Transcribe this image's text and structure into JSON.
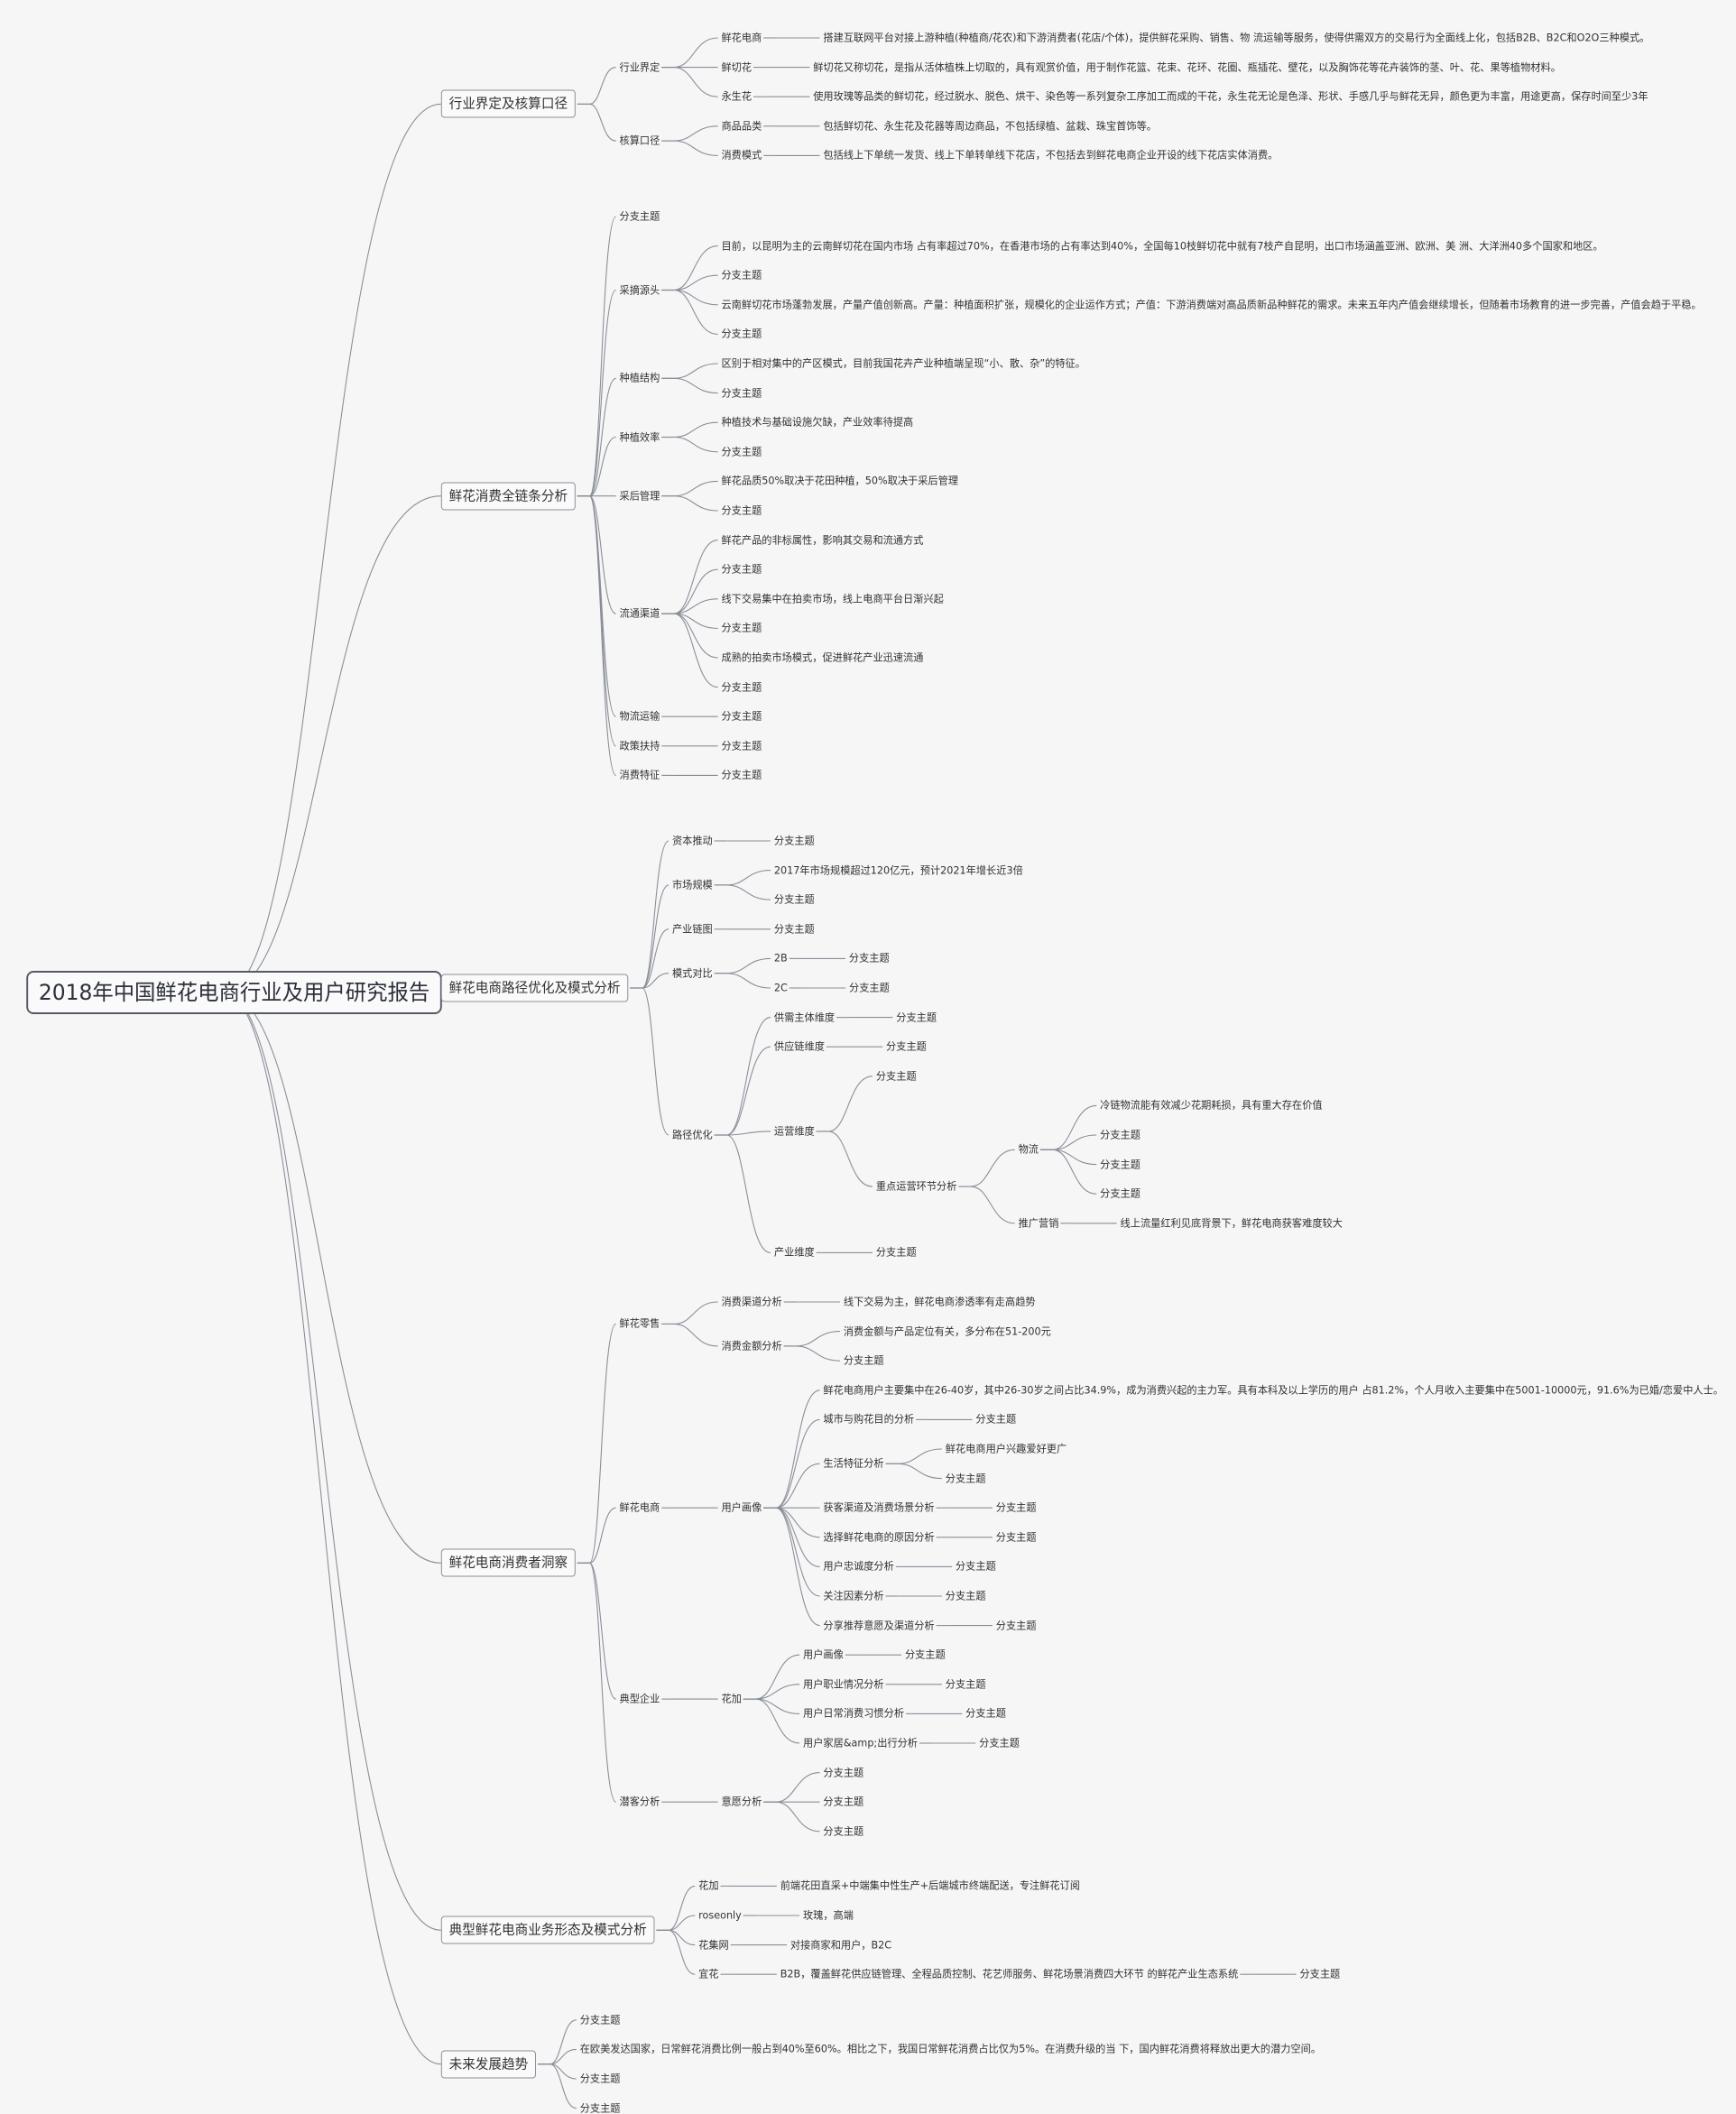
{
  "mindmap": {
    "root": {
      "text": "2018年中国鲜花电商行业及用户研究报告",
      "children": [
        {
          "text": "行业界定及核算口径",
          "children": [
            {
              "text": "行业界定",
              "children": [
                {
                  "text": "鲜花电商",
                  "children": [
                    {
                      "text": "搭建互联网平台对接上游种植(种植商/花农)和下游消费者(花店/个体)，提供鲜花采购、销售、物 流运输等服务，使得供需双方的交易行为全面线上化，包括B2B、B2C和O2O三种模式。"
                    }
                  ]
                },
                {
                  "text": "鲜切花",
                  "children": [
                    {
                      "text": "鲜切花又称切花，是指从活体植株上切取的，具有观赏价值，用于制作花篮、花束、花环、花圈、瓶插花、壁花，以及胸饰花等花卉装饰的茎、叶、花、果等植物材料。"
                    }
                  ]
                },
                {
                  "text": "永生花",
                  "children": [
                    {
                      "text": "使用玫瑰等品类的鲜切花，经过脱水、脱色、烘干、染色等一系列复杂工序加工而成的干花，永生花无论是色泽、形状、手感几乎与鲜花无异，颜色更为丰富，用途更高，保存时间至少3年"
                    }
                  ]
                }
              ]
            },
            {
              "text": "核算口径",
              "children": [
                {
                  "text": "商品品类",
                  "children": [
                    {
                      "text": "包括鲜切花、永生花及花器等周边商品，不包括绿植、盆栽、珠宝首饰等。"
                    }
                  ]
                },
                {
                  "text": "消费模式",
                  "children": [
                    {
                      "text": "包括线上下单统一发货、线上下单转单线下花店，不包括去到鲜花电商企业开设的线下花店实体消费。"
                    }
                  ]
                }
              ]
            }
          ]
        },
        {
          "text": "鲜花消费全链条分析",
          "children": [
            {
              "text": "分支主题"
            },
            {
              "text": "采摘源头",
              "children": [
                {
                  "text": "目前，以昆明为主的云南鲜切花在国内市场 占有率超过70%，在香港市场的占有率达到40%，全国每10枝鲜切花中就有7枝产自昆明，出口市场涵盖亚洲、欧洲、美 洲、大洋洲40多个国家和地区。"
                },
                {
                  "text": "分支主题"
                },
                {
                  "text": "云南鲜切花市场蓬勃发展，产量产值创新高。产量：种植面积扩张，规模化的企业运作方式；产值：下游消费端对高品质新品种鲜花的需求。未来五年内产值会继续增长，但随着市场教育的进一步完善，产值会趋于平稳。"
                },
                {
                  "text": "分支主题"
                }
              ]
            },
            {
              "text": "种植结构",
              "children": [
                {
                  "text": "区别于相对集中的产区模式，目前我国花卉产业种植端呈现“小、散、杂”的特征。"
                },
                {
                  "text": "分支主题"
                }
              ]
            },
            {
              "text": "种植效率",
              "children": [
                {
                  "text": "种植技术与基础设施欠缺，产业效率待提高"
                },
                {
                  "text": "分支主题"
                }
              ]
            },
            {
              "text": "采后管理",
              "children": [
                {
                  "text": "鲜花品质50%取决于花田种植，50%取决于采后管理"
                },
                {
                  "text": "分支主题"
                }
              ]
            },
            {
              "text": "流通渠道",
              "children": [
                {
                  "text": "鲜花产品的非标属性，影响其交易和流通方式"
                },
                {
                  "text": "分支主题"
                },
                {
                  "text": "线下交易集中在拍卖市场，线上电商平台日渐兴起"
                },
                {
                  "text": "分支主题"
                },
                {
                  "text": "成熟的拍卖市场模式，促进鲜花产业迅速流通"
                },
                {
                  "text": "分支主题"
                }
              ]
            },
            {
              "text": "物流运输",
              "children": [
                {
                  "text": "分支主题"
                }
              ]
            },
            {
              "text": "政策扶持",
              "children": [
                {
                  "text": "分支主题"
                }
              ]
            },
            {
              "text": "消费特征",
              "children": [
                {
                  "text": "分支主题"
                }
              ]
            }
          ]
        },
        {
          "text": "鲜花电商路径优化及模式分析",
          "children": [
            {
              "text": "资本推动",
              "children": [
                {
                  "text": "分支主题"
                }
              ]
            },
            {
              "text": "市场规模",
              "children": [
                {
                  "text": "2017年市场规模超过120亿元，预计2021年增长近3倍"
                },
                {
                  "text": "分支主题"
                }
              ]
            },
            {
              "text": "产业链图",
              "children": [
                {
                  "text": "分支主题"
                }
              ]
            },
            {
              "text": "模式对比",
              "children": [
                {
                  "text": "2B",
                  "children": [
                    {
                      "text": "分支主题"
                    }
                  ]
                },
                {
                  "text": "2C",
                  "children": [
                    {
                      "text": "分支主题"
                    }
                  ]
                }
              ]
            },
            {
              "text": "路径优化",
              "children": [
                {
                  "text": "供需主体维度",
                  "children": [
                    {
                      "text": "分支主题"
                    }
                  ]
                },
                {
                  "text": "供应链维度",
                  "children": [
                    {
                      "text": "分支主题"
                    }
                  ]
                },
                {
                  "text": "运营维度",
                  "children": [
                    {
                      "text": "分支主题"
                    },
                    {
                      "text": "重点运营环节分析",
                      "children": [
                        {
                          "text": "物流",
                          "children": [
                            {
                              "text": "冷链物流能有效减少花期耗损，具有重大存在价值"
                            },
                            {
                              "text": "分支主题"
                            },
                            {
                              "text": "分支主题"
                            },
                            {
                              "text": "分支主题"
                            }
                          ]
                        },
                        {
                          "text": "推广营销",
                          "children": [
                            {
                              "text": "线上流量红利见底背景下，鲜花电商获客难度较大"
                            }
                          ]
                        }
                      ]
                    }
                  ]
                },
                {
                  "text": "产业维度",
                  "children": [
                    {
                      "text": "分支主题"
                    }
                  ]
                }
              ]
            }
          ]
        },
        {
          "text": "鲜花电商消费者洞察",
          "children": [
            {
              "text": "鲜花零售",
              "children": [
                {
                  "text": "消费渠道分析",
                  "children": [
                    {
                      "text": "线下交易为主，鲜花电商渗透率有走高趋势"
                    }
                  ]
                },
                {
                  "text": "消费金额分析",
                  "children": [
                    {
                      "text": "消费金额与产品定位有关，多分布在51-200元"
                    },
                    {
                      "text": "分支主题"
                    }
                  ]
                }
              ]
            },
            {
              "text": "鲜花电商",
              "children": [
                {
                  "text": "用户画像",
                  "children": [
                    {
                      "text": "鲜花电商用户主要集中在26-40岁，其中26-30岁之间占比34.9%，成为消费兴起的主力军。具有本科及以上学历的用户 占81.2%，个人月收入主要集中在5001-10000元，91.6%为已婚/恋爱中人士。"
                    },
                    {
                      "text": "城市与购花目的分析",
                      "children": [
                        {
                          "text": "分支主题"
                        }
                      ]
                    },
                    {
                      "text": "生活特征分析",
                      "children": [
                        {
                          "text": "鲜花电商用户兴趣爱好更广"
                        },
                        {
                          "text": "分支主题"
                        }
                      ]
                    },
                    {
                      "text": "获客渠道及消费场景分析",
                      "children": [
                        {
                          "text": "分支主题"
                        }
                      ]
                    },
                    {
                      "text": "选择鲜花电商的原因分析",
                      "children": [
                        {
                          "text": "分支主题"
                        }
                      ]
                    },
                    {
                      "text": "用户忠诚度分析",
                      "children": [
                        {
                          "text": "分支主题"
                        }
                      ]
                    },
                    {
                      "text": "关注因素分析",
                      "children": [
                        {
                          "text": "分支主题"
                        }
                      ]
                    },
                    {
                      "text": "分享推荐意愿及渠道分析",
                      "children": [
                        {
                          "text": "分支主题"
                        }
                      ]
                    }
                  ]
                }
              ]
            },
            {
              "text": "典型企业",
              "children": [
                {
                  "text": "花加",
                  "children": [
                    {
                      "text": "用户画像",
                      "children": [
                        {
                          "text": "分支主题"
                        }
                      ]
                    },
                    {
                      "text": "用户职业情况分析",
                      "children": [
                        {
                          "text": "分支主题"
                        }
                      ]
                    },
                    {
                      "text": "用户日常消费习惯分析",
                      "children": [
                        {
                          "text": "分支主题"
                        }
                      ]
                    },
                    {
                      "text": "用户家居&amp;出行分析",
                      "children": [
                        {
                          "text": "分支主题"
                        }
                      ]
                    }
                  ]
                }
              ]
            },
            {
              "text": "潜客分析",
              "children": [
                {
                  "text": "意愿分析",
                  "children": [
                    {
                      "text": "分支主题"
                    },
                    {
                      "text": "分支主题"
                    },
                    {
                      "text": "分支主题"
                    }
                  ]
                }
              ]
            }
          ]
        },
        {
          "text": "典型鲜花电商业务形态及模式分析",
          "children": [
            {
              "text": "花加",
              "children": [
                {
                  "text": "前端花田直采+中端集中性生产+后端城市终端配送，专注鲜花订阅"
                }
              ]
            },
            {
              "text": "roseonly",
              "children": [
                {
                  "text": "玫瑰，高端"
                }
              ]
            },
            {
              "text": "花集网",
              "children": [
                {
                  "text": "对接商家和用户，B2C"
                }
              ]
            },
            {
              "text": "宜花",
              "children": [
                {
                  "text": "B2B，覆盖鲜花供应链管理、全程品质控制、花艺师服务、鲜花场景消费四大环节 的鲜花产业生态系统",
                  "children": [
                    {
                      "text": "分支主题"
                    }
                  ]
                }
              ]
            }
          ]
        },
        {
          "text": "未来发展趋势",
          "children": [
            {
              "text": "分支主题"
            },
            {
              "text": "在欧美发达国家，日常鲜花消费比例一般占到40%至60%。相比之下，我国日常鲜花消费占比仅为5%。在消费升级的当 下，国内鲜花消费将释放出更大的潜力空间。"
            },
            {
              "text": "分支主题"
            },
            {
              "text": "分支主题"
            }
          ]
        }
      ]
    }
  }
}
